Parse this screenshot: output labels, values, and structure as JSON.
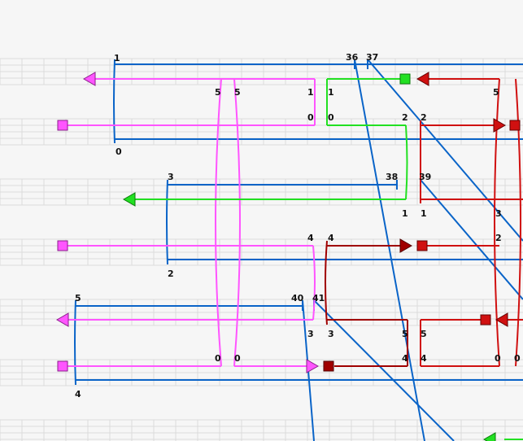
{
  "colors": {
    "background": "#f6f6f6",
    "grid": "#dcdcdc",
    "blue": "#0a64c8",
    "pink": "#ff55ff",
    "green": "#22e022",
    "red": "#d01010",
    "darkred": "#a00000",
    "label": "#111111"
  },
  "labels": [
    {
      "id": "l1a",
      "text": "1"
    },
    {
      "id": "l0a",
      "text": "0"
    },
    {
      "id": "l36",
      "text": "36"
    },
    {
      "id": "l37",
      "text": "37"
    },
    {
      "id": "l5a",
      "text": "5"
    },
    {
      "id": "l5b",
      "text": "5"
    },
    {
      "id": "l1b",
      "text": "1"
    },
    {
      "id": "l1c",
      "text": "1"
    },
    {
      "id": "l5c",
      "text": "5"
    },
    {
      "id": "l0b",
      "text": "0"
    },
    {
      "id": "l0c",
      "text": "0"
    },
    {
      "id": "l2a",
      "text": "2"
    },
    {
      "id": "l2b",
      "text": "2"
    },
    {
      "id": "l3a",
      "text": "3"
    },
    {
      "id": "l38",
      "text": "38"
    },
    {
      "id": "l39",
      "text": "39"
    },
    {
      "id": "l1d",
      "text": "1"
    },
    {
      "id": "l1e",
      "text": "1"
    },
    {
      "id": "l3b",
      "text": "3"
    },
    {
      "id": "l4a",
      "text": "4"
    },
    {
      "id": "l4b",
      "text": "4"
    },
    {
      "id": "l2c",
      "text": "2"
    },
    {
      "id": "l2d",
      "text": "2"
    },
    {
      "id": "l5d",
      "text": "5"
    },
    {
      "id": "l40",
      "text": "40"
    },
    {
      "id": "l41",
      "text": "41"
    },
    {
      "id": "l3c",
      "text": "3"
    },
    {
      "id": "l3d",
      "text": "3"
    },
    {
      "id": "l5e",
      "text": "5"
    },
    {
      "id": "l5f",
      "text": "5"
    },
    {
      "id": "l0d",
      "text": "0"
    },
    {
      "id": "l0e",
      "text": "0"
    },
    {
      "id": "l4c",
      "text": "4"
    },
    {
      "id": "l4d",
      "text": "4"
    },
    {
      "id": "l0f",
      "text": "0"
    },
    {
      "id": "l0g",
      "text": "0"
    },
    {
      "id": "l4e",
      "text": "4"
    }
  ]
}
